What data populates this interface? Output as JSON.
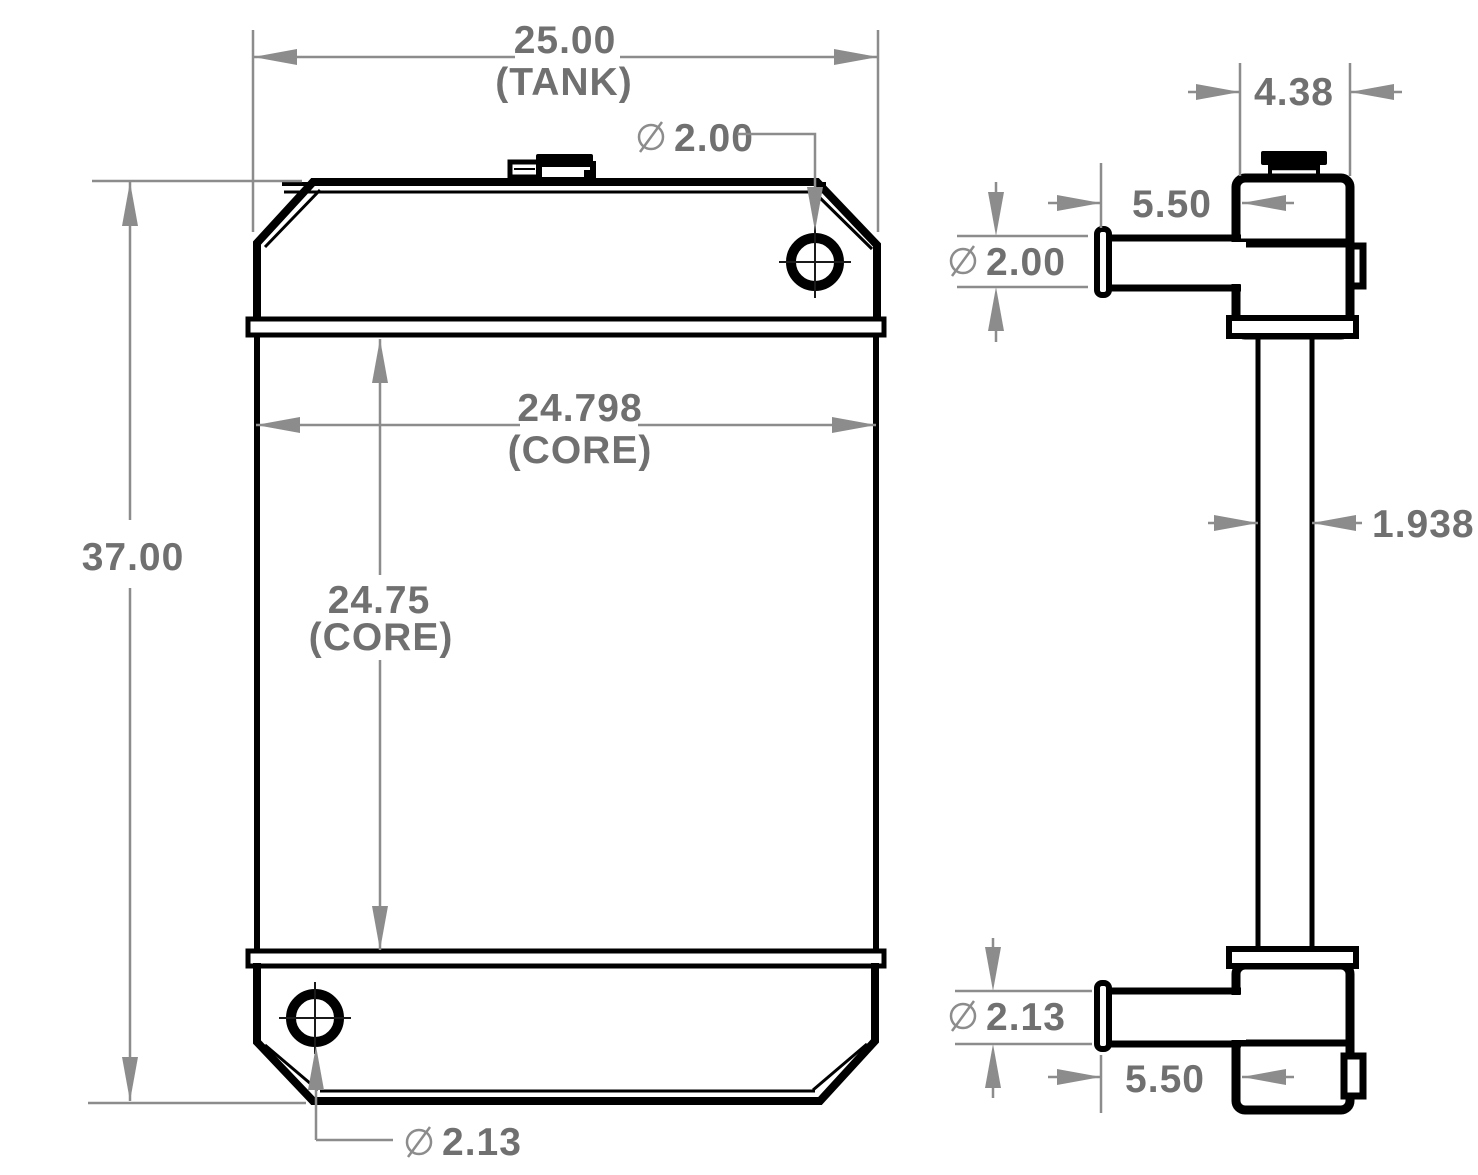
{
  "colors": {
    "line": "#000000",
    "dimension": "#8c8c8c",
    "text": "#707070",
    "background": "#ffffff"
  },
  "symbols": {
    "diameter": "⌀"
  },
  "front": {
    "tank_width": "25.00",
    "tank_width_label": "(TANK)",
    "core_width": "24.798",
    "core_width_label": "(CORE)",
    "core_height": "24.75",
    "core_height_label": "(CORE)",
    "overall_height": "37.00",
    "inlet_hole_dia": "2.00",
    "drain_hole_dia": "2.13"
  },
  "side": {
    "tank_depth": "4.38",
    "inlet_length": "5.50",
    "inlet_dia": "2.00",
    "core_thickness": "1.938",
    "outlet_dia": "2.13",
    "outlet_length": "5.50"
  }
}
